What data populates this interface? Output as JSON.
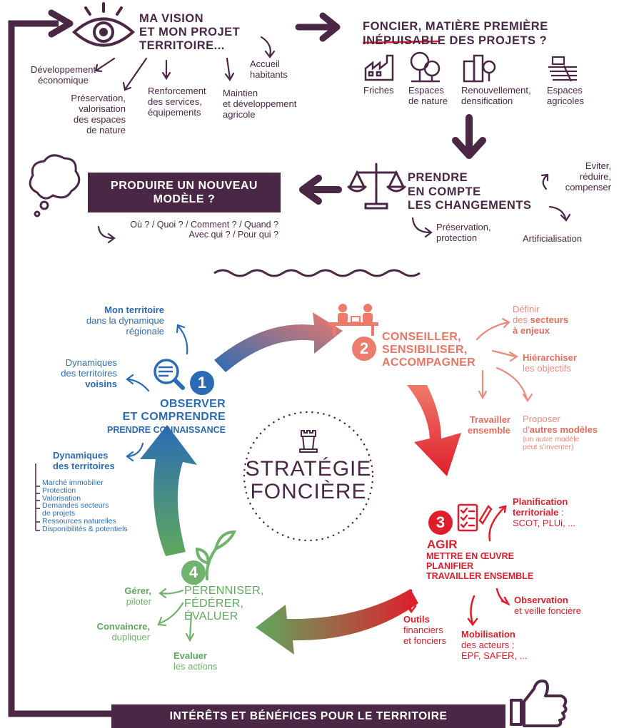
{
  "header": {
    "vision_title": [
      "MA VISION",
      "ET MON PROJET",
      "TERRITOIRE..."
    ],
    "vision_items": {
      "dev_eco": [
        "Développement",
        "économique"
      ],
      "accueil": [
        "Accueil",
        "habitants"
      ],
      "preservation": [
        "Préservation,",
        "valorisation",
        "des espaces",
        "de nature"
      ],
      "renforcement": [
        "Renforcement",
        "des services,",
        "équipements"
      ],
      "maintien": [
        "Maintien",
        "et développement",
        "agricole"
      ]
    },
    "foncier_title_1": "FONCIER, MATIÈRE PREMIÈRE",
    "foncier_struck": "INÉPUISABLE",
    "foncier_title_2": "DES PROJETS ?",
    "foncier_items": {
      "friches": "Friches",
      "nature": [
        "Espaces",
        "de nature"
      ],
      "renouvellement": [
        "Renouvellement,",
        "densification"
      ],
      "agricoles": [
        "Espaces",
        "agricoles"
      ]
    }
  },
  "middle": {
    "produire_box": [
      "PRODUIRE UN NOUVEAU",
      "MODÈLE ?"
    ],
    "questions": [
      "Où ? / Quoi ? / Comment ? / Quand ?",
      "Avec qui ? / Pour qui ?"
    ],
    "prendre_title": [
      "PRENDRE",
      "EN COMPTE",
      "LES CHANGEMENTS"
    ],
    "eviter": [
      "Eviter,",
      "réduire,",
      "compenser"
    ],
    "preservation": [
      "Préservation,",
      "protection"
    ],
    "artificialisation": "Artificialisation"
  },
  "center": {
    "title": [
      "STRATÉGIE",
      "FONCIÈRE"
    ]
  },
  "step1": {
    "number": "1",
    "title": [
      "OBSERVER",
      "ET COMPRENDRE"
    ],
    "subtitle": "PRENDRE CONNAISSANCE",
    "mon_territoire_bold": "Mon territoire",
    "mon_territoire": [
      "dans la dynamique",
      "régionale"
    ],
    "voisins": [
      "Dynamiques",
      "des territoires"
    ],
    "voisins_bold": "voisins",
    "dynamiques_bold": [
      "Dynamiques",
      "des territoires"
    ],
    "list": [
      "Marché immobilier",
      "Protection",
      "Valorisation",
      "Demandes secteurs",
      "de projets",
      "Ressources naturelles",
      "Disponibilités & potentiels"
    ]
  },
  "step2": {
    "number": "2",
    "title": [
      "CONSEILLER,",
      "SENSIBILISER,",
      "ACCOMPAGNER"
    ],
    "definir": [
      "Définir",
      "des"
    ],
    "definir_bold": [
      "secteurs",
      "à enjeux"
    ],
    "hierarchiser_bold": "Hiérarchiser",
    "hierarchiser": "les objectifs",
    "travailler_bold": [
      "Travailler",
      "ensemble"
    ],
    "proposer": "Proposer",
    "proposer_d": "d'",
    "proposer_bold": "autres modèles",
    "proposer_note": [
      "(un autre modèle",
      "peut s'inventer)"
    ]
  },
  "step3": {
    "number": "3",
    "title": "AGIR",
    "subtitles": [
      "METTRE EN ŒUVRE",
      "PLANIFIER",
      "TRAVAILLER ENSEMBLE"
    ],
    "planif_bold": [
      "Planification",
      "territoriale"
    ],
    "planif_colon": " :",
    "planif": "SCOT, PLUi, ...",
    "observation_bold": "Observation",
    "observation": "et veille foncière",
    "outils_bold": "Outils",
    "outils": [
      "financiers",
      "et fonciers"
    ],
    "mobilisation_bold": "Mobilisation",
    "mobilisation": [
      "des acteurs :",
      "EPF, SAFER, ..."
    ]
  },
  "step4": {
    "number": "4",
    "title": [
      "PÉRENNISER,",
      "FÉDÉRER,",
      "ÉVALUER"
    ],
    "gerer_bold": "Gérer,",
    "gerer": "piloter",
    "convaincre_bold": "Convaincre,",
    "convaincre": "dupliquer",
    "evaluer_bold": "Evaluer",
    "evaluer": "les actions"
  },
  "footer": {
    "banner": "INTÉRÊTS ET BÉNÉFICES POUR LE TERRITOIRE"
  },
  "colors": {
    "plum": "#4a2745",
    "blue": "#2b6bb5",
    "salmon": "#e66d5b",
    "red": "#e01e2b",
    "green": "#5fa85e"
  },
  "icons": [
    "eye-icon",
    "factory-icon",
    "trees-icon",
    "buildings-icon",
    "field-icon",
    "scales-icon",
    "thought-question-icon",
    "magnifier-icon",
    "meeting-icon",
    "checklist-icon",
    "sprout-icon",
    "tower-icon",
    "thumbs-up-icon"
  ]
}
